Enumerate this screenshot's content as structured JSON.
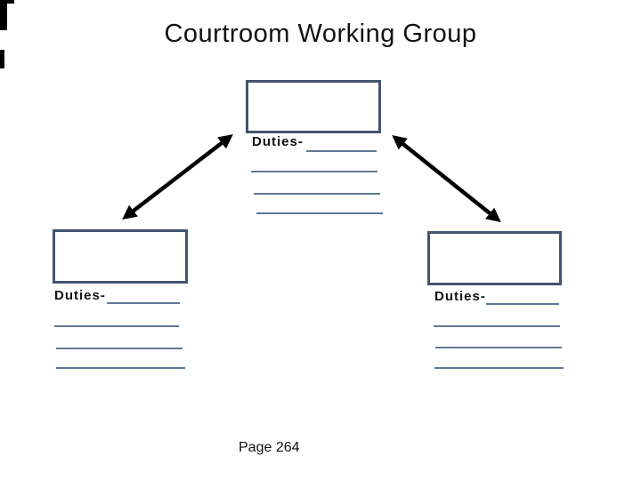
{
  "title": "Courtroom Working Group",
  "page_label": "Page 264",
  "nodes": {
    "top": {
      "label": "",
      "duties_label": "Duties-",
      "blank_lines": 4
    },
    "left": {
      "label": "",
      "duties_label": "Duties-",
      "blank_lines": 4
    },
    "right": {
      "label": "",
      "duties_label": "Duties-",
      "blank_lines": 4
    }
  },
  "connectors": [
    {
      "from": "left-box",
      "to": "top-box",
      "type": "double-headed-arrow"
    },
    {
      "from": "top-box",
      "to": "right-box",
      "type": "double-headed-arrow"
    }
  ],
  "colors": {
    "background": "#ffffff",
    "box_border": "#44546f",
    "blank_line": "#5f7896",
    "arrow": "#000000",
    "text": "#111111"
  }
}
